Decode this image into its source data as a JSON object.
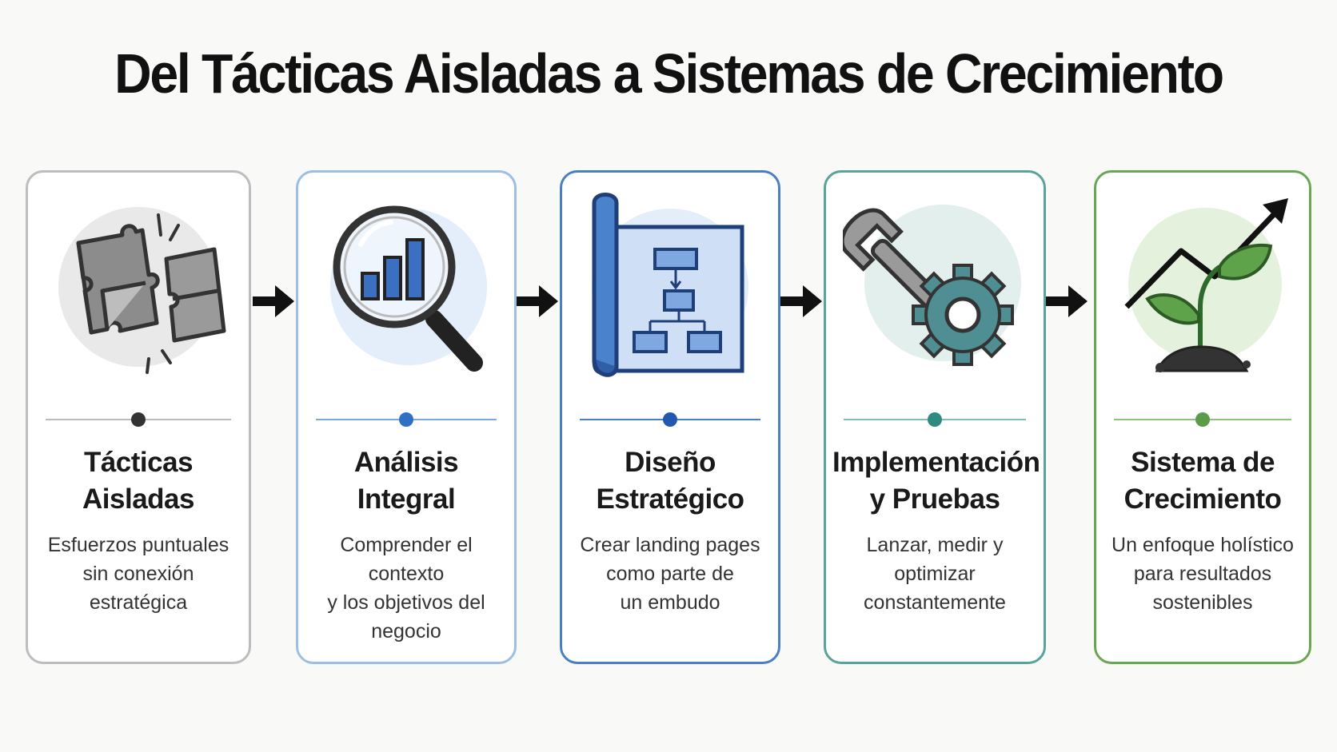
{
  "title": "Del Tácticas Aisladas a Sistemas de Crecimiento",
  "steps": [
    {
      "title_line1": "Tácticas",
      "title_line2": "Aisladas",
      "desc_line1": "Esfuerzos puntuales",
      "desc_line2": "sin conexión",
      "desc_line3": "estratégica",
      "icon": "broken-puzzle-icon",
      "color": "#9a9a9a"
    },
    {
      "title_line1": "Análisis",
      "title_line2": "Integral",
      "desc_line1": "Comprender el contexto",
      "desc_line2": "y los objetivos del",
      "desc_line3": "negocio",
      "icon": "magnifier-chart-icon",
      "color": "#8fb4df"
    },
    {
      "title_line1": "Diseño",
      "title_line2": "Estratégico",
      "desc_line1": "Crear landing pages",
      "desc_line2": "como parte de",
      "desc_line3": "un embudo",
      "icon": "blueprint-icon",
      "color": "#4a7fc4"
    },
    {
      "title_line1": "Implementación",
      "title_line2": "y Pruebas",
      "desc_line1": "Lanzar, medir y",
      "desc_line2": "optimizar",
      "desc_line3": "constantemente",
      "icon": "wrench-gear-icon",
      "color": "#4f9a8e"
    },
    {
      "title_line1": "Sistema de",
      "title_line2": "Crecimiento",
      "desc_line1": "Un enfoque holístico",
      "desc_line2": "para resultados",
      "desc_line3": "sostenibles",
      "icon": "growth-plant-icon",
      "color": "#6aa753"
    }
  ],
  "arrow_icon": "right-arrow-icon",
  "dot_colors": [
    "#333333",
    "#2f6fc4",
    "#2358b0",
    "#2f8b80",
    "#5c9b48"
  ]
}
